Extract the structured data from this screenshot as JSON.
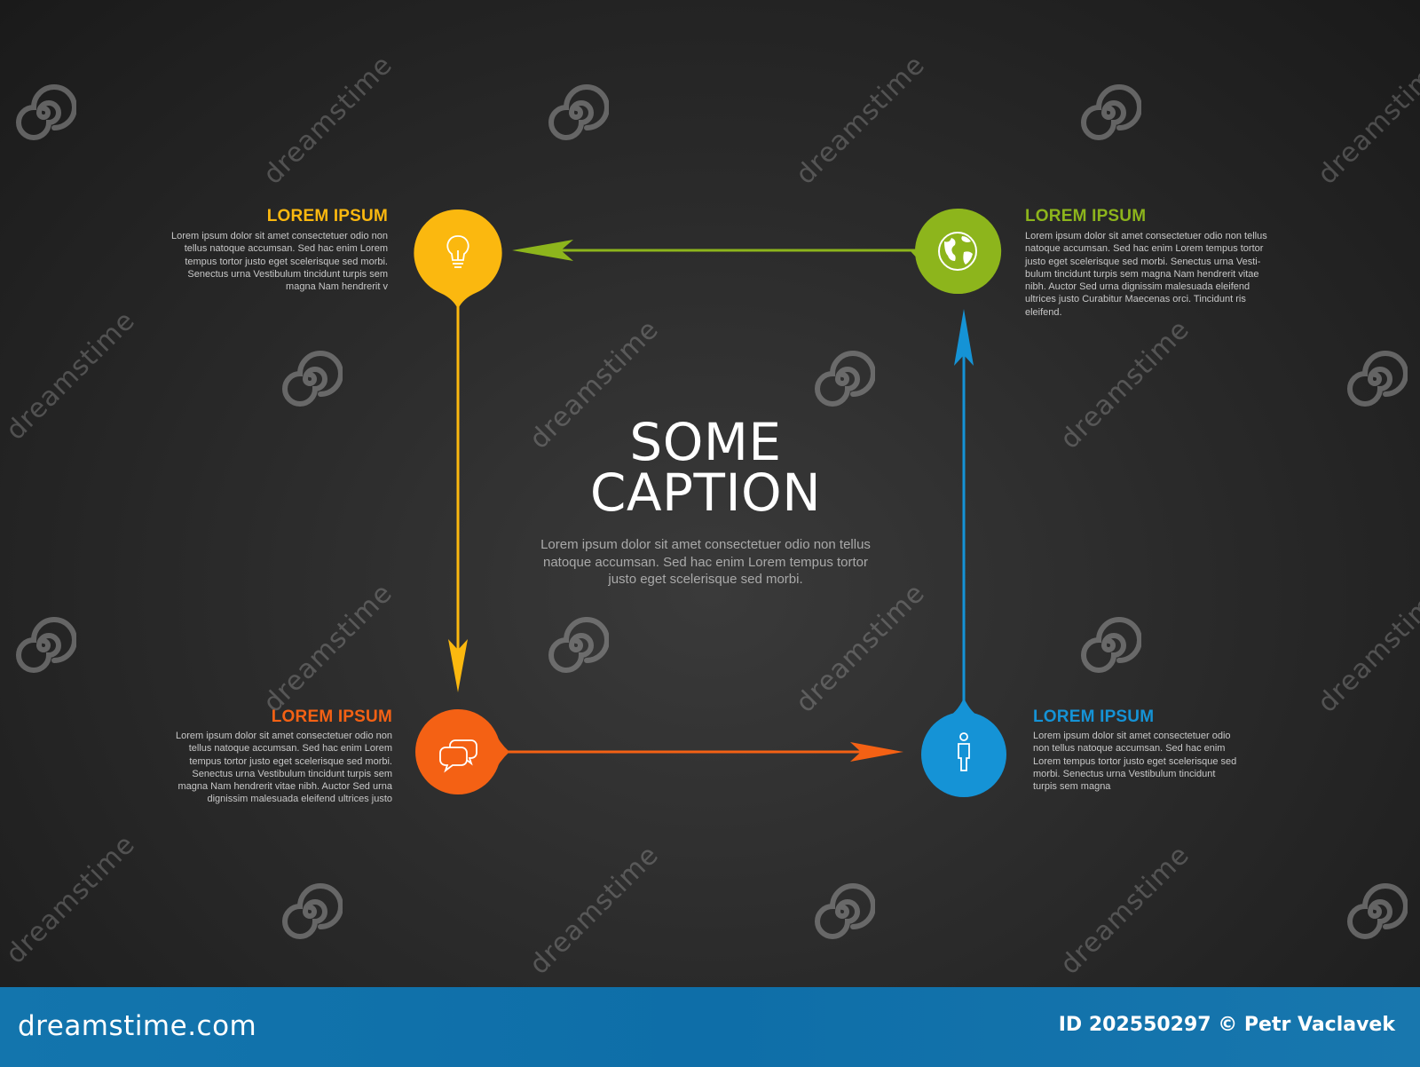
{
  "caption": {
    "title_line1": "SOME",
    "title_line2": "CAPTION",
    "body_line1": "Lorem ipsum dolor sit amet consectetuer odio non tellus",
    "body_line2": "natoque accumsan. Sed hac enim Lorem tempus tortor",
    "body_line3": "justo eget scelerisque sed morbi."
  },
  "steps": {
    "top_left": {
      "title": "LOREM IPSUM",
      "color": "#fbb80f",
      "icon": "lightbulb-icon",
      "lines": [
        "Lorem ipsum dolor sit amet consectetuer odio non",
        "tellus natoque accumsan. Sed hac enim Lorem",
        "tempus tortor justo eget scelerisque sed morbi.",
        "Senectus urna Vestibulum tincidunt turpis sem",
        "magna Nam hendrerit v"
      ]
    },
    "top_right": {
      "title": "LOREM IPSUM",
      "color": "#8db51c",
      "icon": "globe-icon",
      "lines": [
        "Lorem ipsum dolor sit amet consectetuer odio non tellus",
        "natoque accumsan. Sed hac enim Lorem tempus tortor",
        "justo eget scelerisque sed morbi. Senectus urna Vesti-",
        "bulum tincidunt turpis sem magna Nam hendrerit vitae",
        "nibh. Auctor Sed urna dignissim malesuada eleifend",
        "ultrices justo Curabitur Maecenas orci. Tincidunt ris",
        "eleifend."
      ]
    },
    "bottom_left": {
      "title": "LOREM IPSUM",
      "color": "#f46114",
      "icon": "speech-bubbles-icon",
      "lines": [
        "Lorem ipsum dolor sit amet consectetuer odio non",
        "tellus natoque accumsan. Sed hac enim Lorem",
        "tempus tortor justo eget scelerisque sed morbi.",
        "Senectus urna Vestibulum tincidunt turpis sem",
        "magna Nam hendrerit vitae nibh. Auctor Sed urna",
        "dignissim malesuada eleifend ultrices justo"
      ]
    },
    "bottom_right": {
      "title": "LOREM IPSUM",
      "color": "#1593d6",
      "icon": "person-icon",
      "lines": [
        "Lorem ipsum dolor sit amet consectetuer odio",
        "non tellus natoque accumsan. Sed hac enim",
        "Lorem tempus tortor justo eget scelerisque sed",
        "morbi. Senectus urna Vestibulum tincidunt",
        "turpis sem magna"
      ]
    }
  },
  "watermark": {
    "text": "dreamstime"
  },
  "footer": {
    "logo": "dreamstime.com",
    "credit": "ID 202550297 © Petr Vaclavek"
  }
}
